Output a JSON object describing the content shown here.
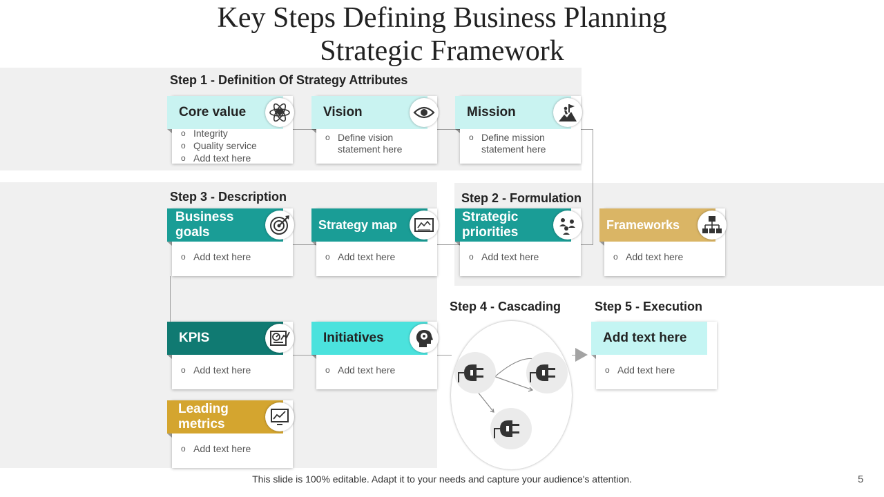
{
  "title": "Key Steps Defining Business Planning Strategic Framework",
  "steps": {
    "step1": "Step 1 - Definition Of Strategy Attributes",
    "step2": "Step 2 -  Formulation",
    "step3": "Step 3 -  Description",
    "step4": "Step 4 - Cascading",
    "step5": "Step 5 - Execution"
  },
  "cards": {
    "core_value": {
      "title": "Core value",
      "icon": "atom-heart-icon",
      "items": [
        "Integrity",
        "Quality service",
        "Add text here"
      ]
    },
    "vision": {
      "title": "Vision",
      "icon": "eye-icon",
      "items": [
        "Define vision statement here"
      ]
    },
    "mission": {
      "title": "Mission",
      "icon": "summit-flag-icon",
      "items": [
        "Define mission statement here"
      ]
    },
    "business_goals": {
      "title": "Business goals",
      "icon": "target-arrow-icon",
      "items": [
        "Add text here"
      ]
    },
    "strategy_map": {
      "title": "Strategy map",
      "icon": "map-board-icon",
      "items": [
        "Add text here"
      ]
    },
    "strategic_priorities": {
      "title": "Strategic priorities",
      "icon": "people-group-icon",
      "items": [
        "Add text here"
      ]
    },
    "frameworks": {
      "title": "Frameworks",
      "icon": "hierarchy-icon",
      "items": [
        "Add text here"
      ]
    },
    "kpis": {
      "title": "KPIS",
      "icon": "dashboard-gauge-icon",
      "items": [
        "Add text here"
      ]
    },
    "initiatives": {
      "title": "Initiatives",
      "icon": "head-gear-icon",
      "items": [
        "Add text here"
      ]
    },
    "leading_metrics": {
      "title": "Leading metrics",
      "icon": "line-chart-icon",
      "items": [
        "Add text here"
      ]
    },
    "execution": {
      "title": "Add text here",
      "items": [
        "Add text here"
      ]
    }
  },
  "cascading_icons": [
    "plug-icon",
    "plug-icon",
    "plug-icon"
  ],
  "footer": "This slide is 100% editable. Adapt it to your needs and capture your audience's attention.",
  "page_number": "5",
  "colors": {
    "light_cyan": "#c9f3f1",
    "cyan": "#4be2dd",
    "teal": "#1a9d96",
    "dark_teal": "#107a72",
    "gold": "#d4a52f",
    "sand": "#dab565",
    "band_gray": "#f0f0f0"
  }
}
